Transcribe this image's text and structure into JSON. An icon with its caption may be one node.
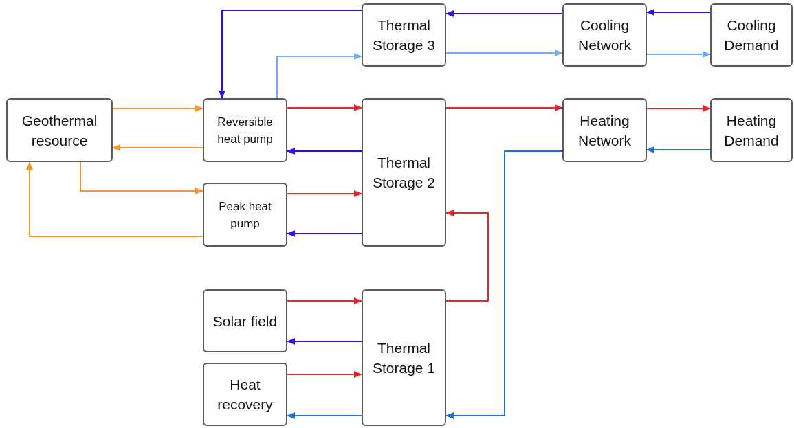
{
  "diagram": {
    "nodes": [
      {
        "text": [
          "Geothermal resource"
        ]
      },
      {
        "text": [
          "Reversible heat pump"
        ]
      },
      {
        "text": [
          "Peak heat pump"
        ]
      },
      {
        "text": [
          "Solar field"
        ]
      },
      {
        "text": [
          "Heat recovery"
        ]
      },
      {
        "text": [
          "Thermal Storage 3"
        ]
      },
      {
        "text": [
          "Thermal Storage 2"
        ]
      },
      {
        "text": [
          "Thermal Storage 1"
        ]
      },
      {
        "text": [
          "Cooling Network"
        ]
      },
      {
        "text": [
          "Cooling Demand"
        ]
      },
      {
        "text": [
          "Heating Network"
        ]
      },
      {
        "text": [
          "Heating Demand"
        ]
      }
    ],
    "edges": [
      {
        "from": 0,
        "to": 1,
        "arrow": "to",
        "color": "#f7952f"
      },
      {
        "from": 1,
        "to": 0,
        "arrow": "to",
        "color": "#f7952f"
      },
      {
        "from": 0,
        "to": 2,
        "arrow": "to",
        "color": "#f7952f"
      },
      {
        "from": 2,
        "to": 0,
        "arrow": "to",
        "color": "#f7952f"
      },
      {
        "from": 1,
        "to": 6,
        "arrow": "to",
        "color": "#ec2226"
      },
      {
        "from": 6,
        "to": 1,
        "arrow": "to",
        "color": "#3010e8"
      },
      {
        "from": 2,
        "to": 6,
        "arrow": "to",
        "color": "#ec2226"
      },
      {
        "from": 6,
        "to": 2,
        "arrow": "to",
        "color": "#3010e8"
      },
      {
        "from": 3,
        "to": 7,
        "arrow": "to",
        "color": "#ec2226"
      },
      {
        "from": 7,
        "to": 3,
        "arrow": "to",
        "color": "#3010e8"
      },
      {
        "from": 4,
        "to": 7,
        "arrow": "to",
        "color": "#ec2226"
      },
      {
        "from": 7,
        "to": 4,
        "arrow": "to",
        "color": "#1f6fd8"
      },
      {
        "from": 7,
        "to": 6,
        "arrow": "to",
        "color": "#ec2226"
      },
      {
        "from": 6,
        "to": 10,
        "arrow": "to",
        "color": "#ec2226"
      },
      {
        "from": 10,
        "to": 11,
        "arrow": "to",
        "color": "#ec2226"
      },
      {
        "from": 11,
        "to": 10,
        "arrow": "to",
        "color": "#1f6fd8"
      },
      {
        "from": 10,
        "to": 7,
        "arrow": "to",
        "color": "#1f6fd8"
      },
      {
        "from": 5,
        "to": 1,
        "arrow": "to",
        "color": "#3010e8"
      },
      {
        "from": 1,
        "to": 5,
        "arrow": "to",
        "color": "#6aaef5"
      },
      {
        "from": 8,
        "to": 5,
        "arrow": "to",
        "color": "#3010e8"
      },
      {
        "from": 5,
        "to": 8,
        "arrow": "to",
        "color": "#6aaef5"
      },
      {
        "from": 9,
        "to": 8,
        "arrow": "to",
        "color": "#3010e8"
      },
      {
        "from": 8,
        "to": 9,
        "arrow": "to",
        "color": "#6aaef5"
      }
    ]
  }
}
